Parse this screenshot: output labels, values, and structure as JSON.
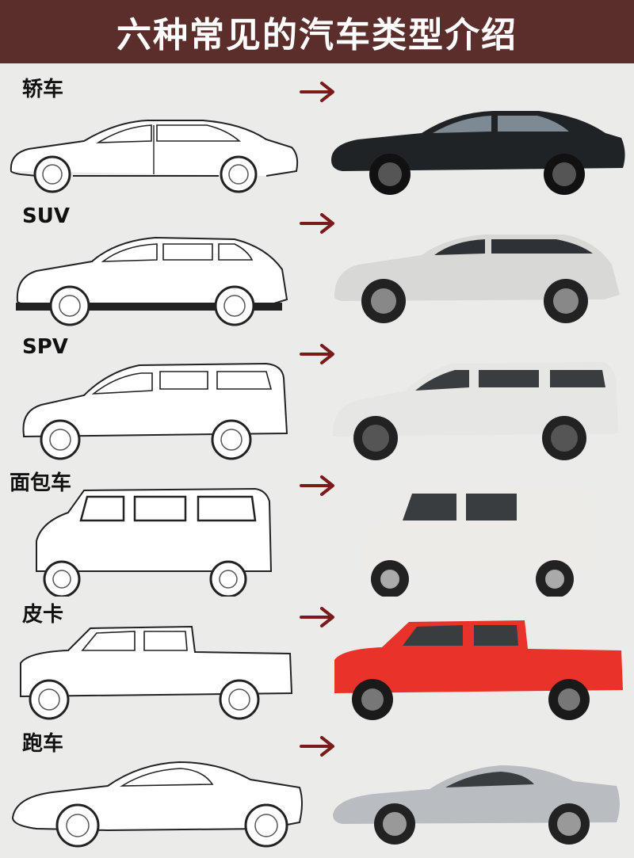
{
  "header": {
    "title": "六种常见的汽车类型介绍"
  },
  "rows": [
    {
      "label": "轿车",
      "icon": "arrow-right-icon",
      "body_color": "#1f2326"
    },
    {
      "label": "SUV",
      "icon": "arrow-right-icon",
      "body_color": "#d8d8d6"
    },
    {
      "label": "SPV",
      "icon": "arrow-right-icon",
      "body_color": "#e6e6e4"
    },
    {
      "label": "面包车",
      "icon": "arrow-right-icon",
      "body_color": "#ecebe8"
    },
    {
      "label": "皮卡",
      "icon": "arrow-right-icon",
      "body_color": "#e8322a"
    },
    {
      "label": "跑车",
      "icon": "arrow-right-icon",
      "body_color": "#b9bcc0"
    }
  ],
  "colors": {
    "header_bg": "#5b2d2b",
    "arrow": "#7a1a1a",
    "page_bg": "#ebebea"
  }
}
